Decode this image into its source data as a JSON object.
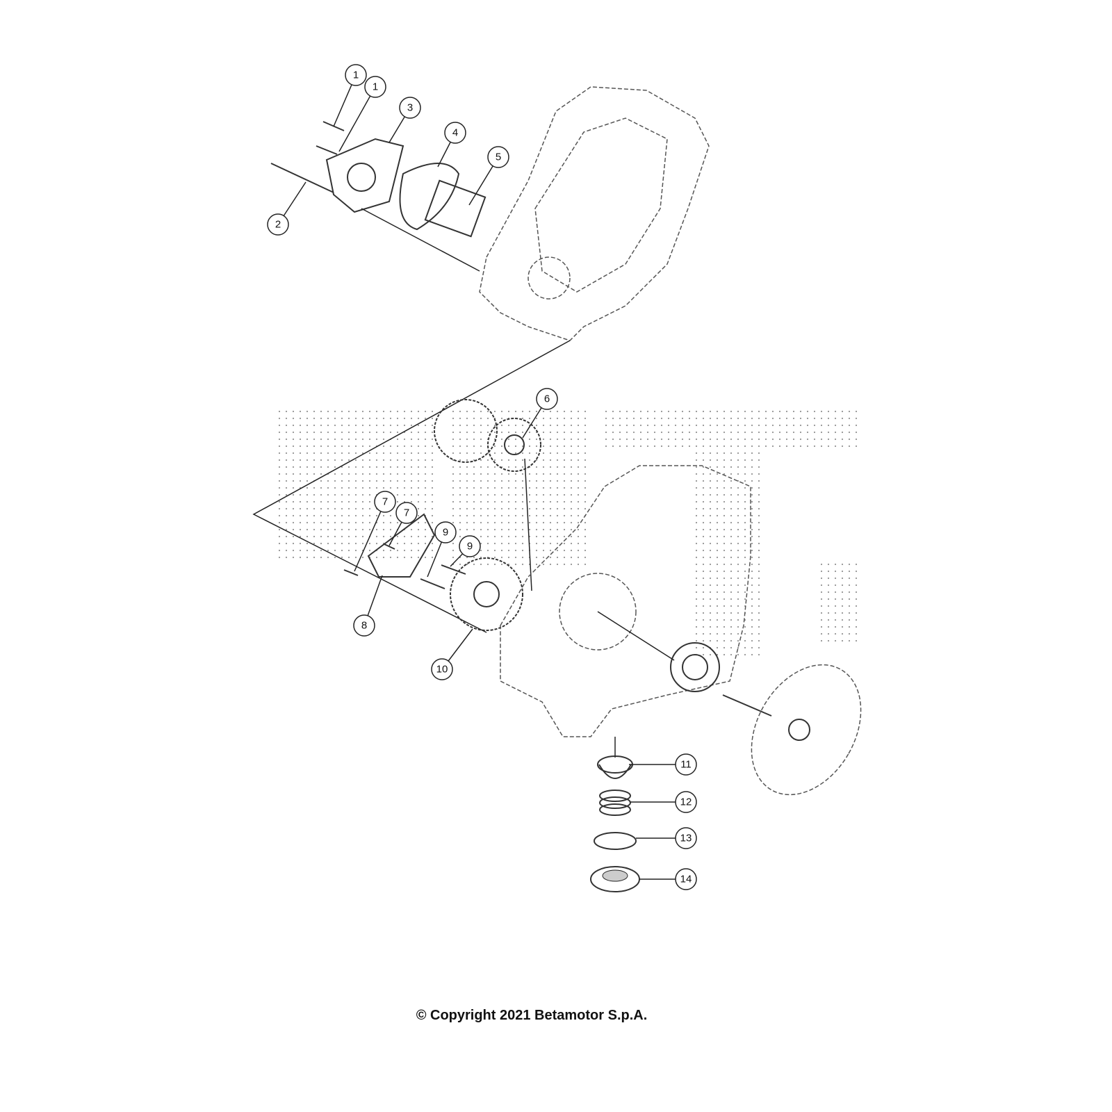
{
  "diagram": {
    "callouts": [
      {
        "label": "1"
      },
      {
        "label": "1"
      },
      {
        "label": "3"
      },
      {
        "label": "4"
      },
      {
        "label": "5"
      },
      {
        "label": "2"
      },
      {
        "label": "6"
      },
      {
        "label": "7"
      },
      {
        "label": "7"
      },
      {
        "label": "9"
      },
      {
        "label": "9"
      },
      {
        "label": "8"
      },
      {
        "label": "10"
      },
      {
        "label": "11"
      },
      {
        "label": "12"
      },
      {
        "label": "13"
      },
      {
        "label": "14"
      }
    ]
  },
  "footer": {
    "copyright": "© Copyright 2021 Betamotor S.p.A."
  }
}
